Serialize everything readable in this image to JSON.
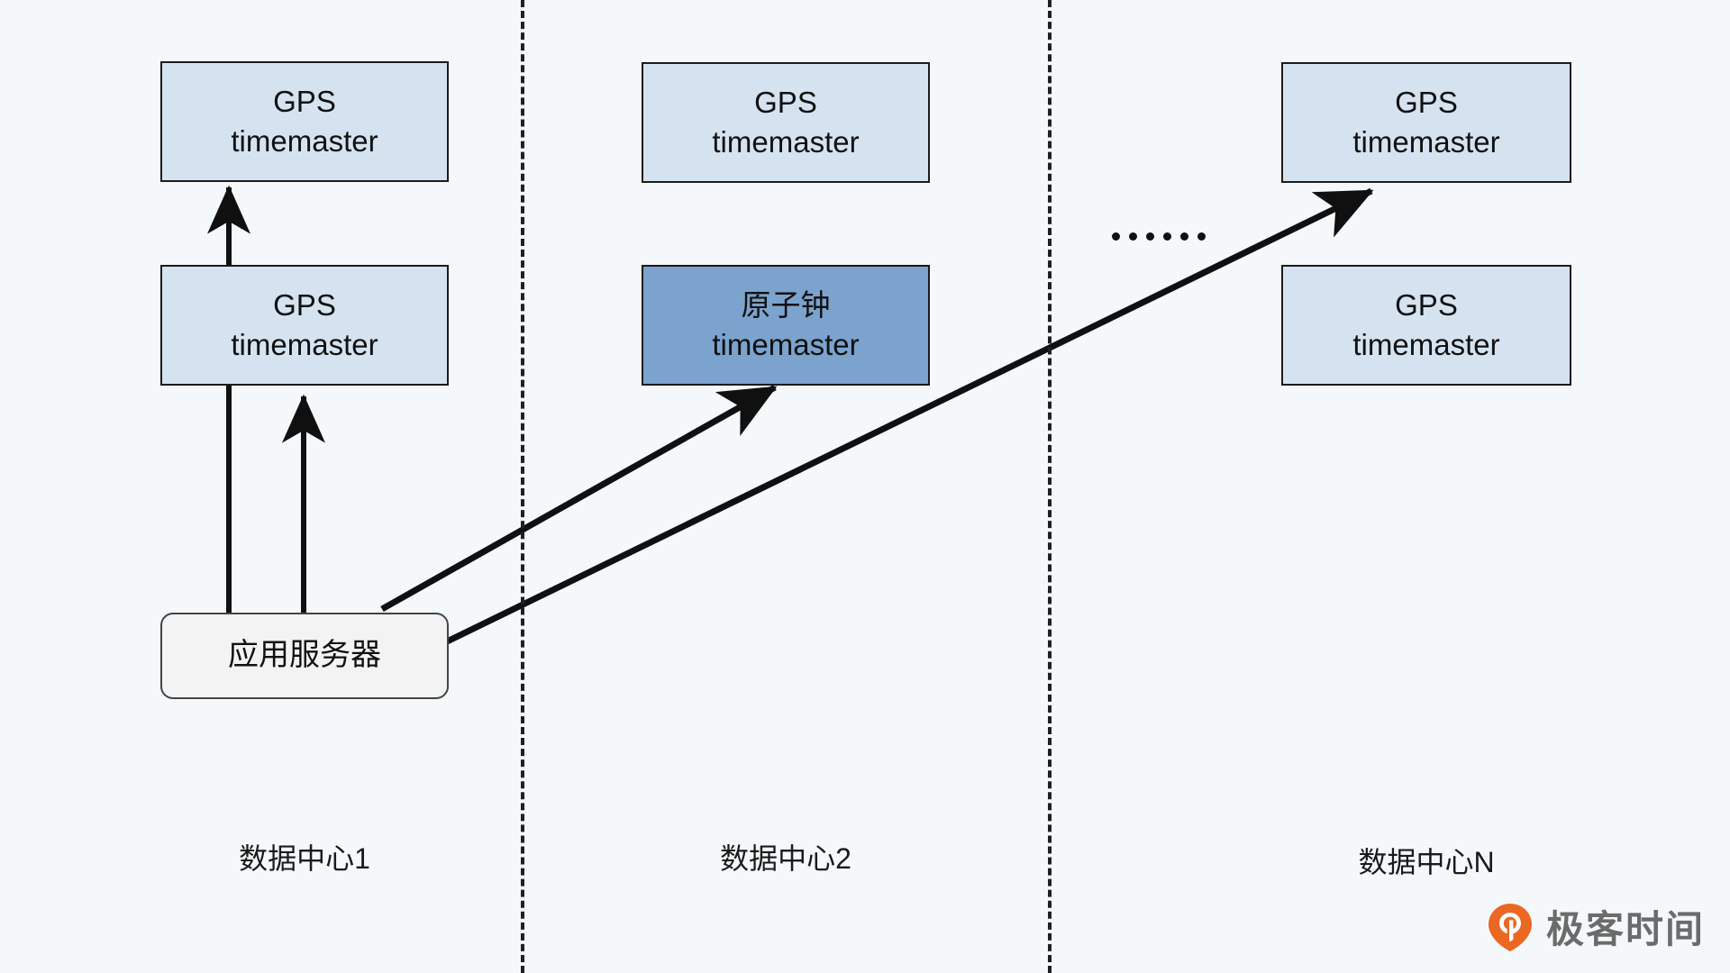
{
  "diagram": {
    "background_color": "#f4f8fa",
    "nodes": [
      {
        "id": "dc1-gps-top",
        "line1": "GPS",
        "line2": "timemaster",
        "fill": "#d5e3f1"
      },
      {
        "id": "dc1-gps-bottom",
        "line1": "GPS",
        "line2": "timemaster",
        "fill": "#d5e3f1"
      },
      {
        "id": "dc2-gps-top",
        "line1": "GPS",
        "line2": "timemaster",
        "fill": "#d5e3f1"
      },
      {
        "id": "dc2-atomic",
        "line1": "原子钟",
        "line2": "timemaster",
        "fill": "#7ba3ce"
      },
      {
        "id": "dcn-gps-top",
        "line1": "GPS",
        "line2": "timemaster",
        "fill": "#d5e3f1"
      },
      {
        "id": "dcn-gps-bottom",
        "line1": "GPS",
        "line2": "timemaster",
        "fill": "#d5e3f1"
      },
      {
        "id": "app-server",
        "line1": "应用服务器",
        "line2": "",
        "fill": "#f3f3f3"
      }
    ],
    "datacenter_labels": [
      {
        "id": "dc1",
        "text": "数据中心1"
      },
      {
        "id": "dc2",
        "text": "数据中心2"
      },
      {
        "id": "dcn",
        "text": "数据中心N"
      }
    ],
    "ellipsis": "......",
    "edges": [
      {
        "from": "app-server",
        "to": "dc1-gps-bottom",
        "style": "solid-arrow"
      },
      {
        "from": "app-server",
        "to": "dc1-gps-top",
        "style": "solid-arrow"
      },
      {
        "from": "app-server",
        "to": "dc2-atomic",
        "style": "solid-arrow"
      },
      {
        "from": "app-server",
        "to": "dcn-gps-top",
        "style": "solid-arrow"
      }
    ],
    "dividers": 2
  },
  "watermark": {
    "text": "极客时间",
    "mark_color": "#ec6722",
    "text_color": "#6b6b6b"
  }
}
